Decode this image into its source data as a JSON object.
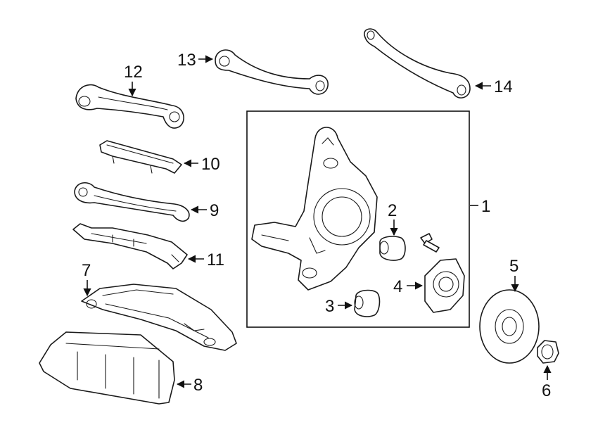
{
  "diagram": {
    "callouts": [
      {
        "id": "1",
        "label": "1"
      },
      {
        "id": "2",
        "label": "2"
      },
      {
        "id": "3",
        "label": "3"
      },
      {
        "id": "4",
        "label": "4"
      },
      {
        "id": "5",
        "label": "5"
      },
      {
        "id": "6",
        "label": "6"
      },
      {
        "id": "7",
        "label": "7"
      },
      {
        "id": "8",
        "label": "8"
      },
      {
        "id": "9",
        "label": "9"
      },
      {
        "id": "10",
        "label": "10"
      },
      {
        "id": "11",
        "label": "11"
      },
      {
        "id": "12",
        "label": "12"
      },
      {
        "id": "13",
        "label": "13"
      },
      {
        "id": "14",
        "label": "14"
      }
    ],
    "colors": {
      "line": "#1a1a1a",
      "background": "#ffffff"
    }
  }
}
